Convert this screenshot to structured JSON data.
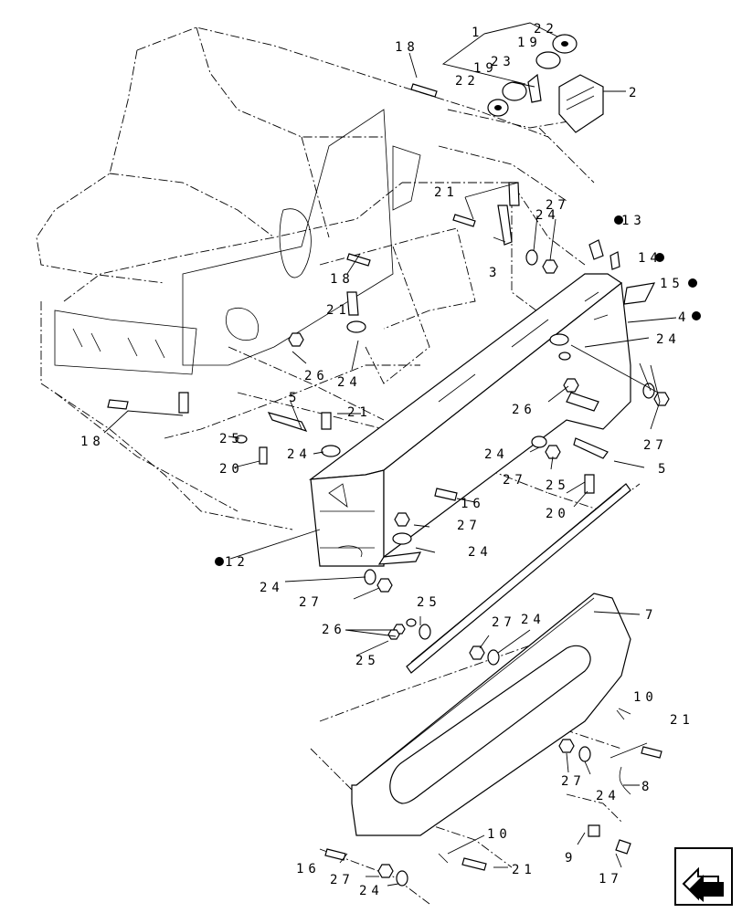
{
  "diagram": {
    "callouts": [
      {
        "id": "c1",
        "text": "1"
      },
      {
        "id": "c2",
        "text": "2"
      },
      {
        "id": "c3",
        "text": "3"
      },
      {
        "id": "c4",
        "text": "4"
      },
      {
        "id": "c5a",
        "text": "5"
      },
      {
        "id": "c5b",
        "text": "5"
      },
      {
        "id": "c7",
        "text": "7"
      },
      {
        "id": "c8",
        "text": "8"
      },
      {
        "id": "c9",
        "text": "9"
      },
      {
        "id": "c10a",
        "text": "10"
      },
      {
        "id": "c10b",
        "text": "10"
      },
      {
        "id": "c12",
        "text": "12"
      },
      {
        "id": "c13",
        "text": "13"
      },
      {
        "id": "c14",
        "text": "14"
      },
      {
        "id": "c15",
        "text": "15"
      },
      {
        "id": "c16a",
        "text": "16"
      },
      {
        "id": "c16b",
        "text": "16"
      },
      {
        "id": "c17",
        "text": "17"
      },
      {
        "id": "c18a",
        "text": "18"
      },
      {
        "id": "c18b",
        "text": "18"
      },
      {
        "id": "c18c",
        "text": "18"
      },
      {
        "id": "c19a",
        "text": "19"
      },
      {
        "id": "c19b",
        "text": "19"
      },
      {
        "id": "c20a",
        "text": "20"
      },
      {
        "id": "c20b",
        "text": "20"
      },
      {
        "id": "c21a",
        "text": "21"
      },
      {
        "id": "c21b",
        "text": "21"
      },
      {
        "id": "c21c",
        "text": "21"
      },
      {
        "id": "c21d",
        "text": "21"
      },
      {
        "id": "c21e",
        "text": "21"
      },
      {
        "id": "c22a",
        "text": "22"
      },
      {
        "id": "c22b",
        "text": "22"
      },
      {
        "id": "c23",
        "text": "23"
      },
      {
        "id": "c24a",
        "text": "24"
      },
      {
        "id": "c24b",
        "text": "24"
      },
      {
        "id": "c24c",
        "text": "24"
      },
      {
        "id": "c24d",
        "text": "24"
      },
      {
        "id": "c24e",
        "text": "24"
      },
      {
        "id": "c24f",
        "text": "24"
      },
      {
        "id": "c24g",
        "text": "24"
      },
      {
        "id": "c24h",
        "text": "24"
      },
      {
        "id": "c24i",
        "text": "24"
      },
      {
        "id": "c24j",
        "text": "24"
      },
      {
        "id": "c25a",
        "text": "25"
      },
      {
        "id": "c25b",
        "text": "25"
      },
      {
        "id": "c25c",
        "text": "25"
      },
      {
        "id": "c25d",
        "text": "25"
      },
      {
        "id": "c26a",
        "text": "26"
      },
      {
        "id": "c26b",
        "text": "26"
      },
      {
        "id": "c26c",
        "text": "26"
      },
      {
        "id": "c27a",
        "text": "27"
      },
      {
        "id": "c27b",
        "text": "27"
      },
      {
        "id": "c27c",
        "text": "27"
      },
      {
        "id": "c27d",
        "text": "27"
      },
      {
        "id": "c27e",
        "text": "27"
      },
      {
        "id": "c27f",
        "text": "27"
      },
      {
        "id": "c27g",
        "text": "27"
      },
      {
        "id": "c27h",
        "text": "27"
      }
    ],
    "nav_icon": "previous-arrow-icon"
  }
}
